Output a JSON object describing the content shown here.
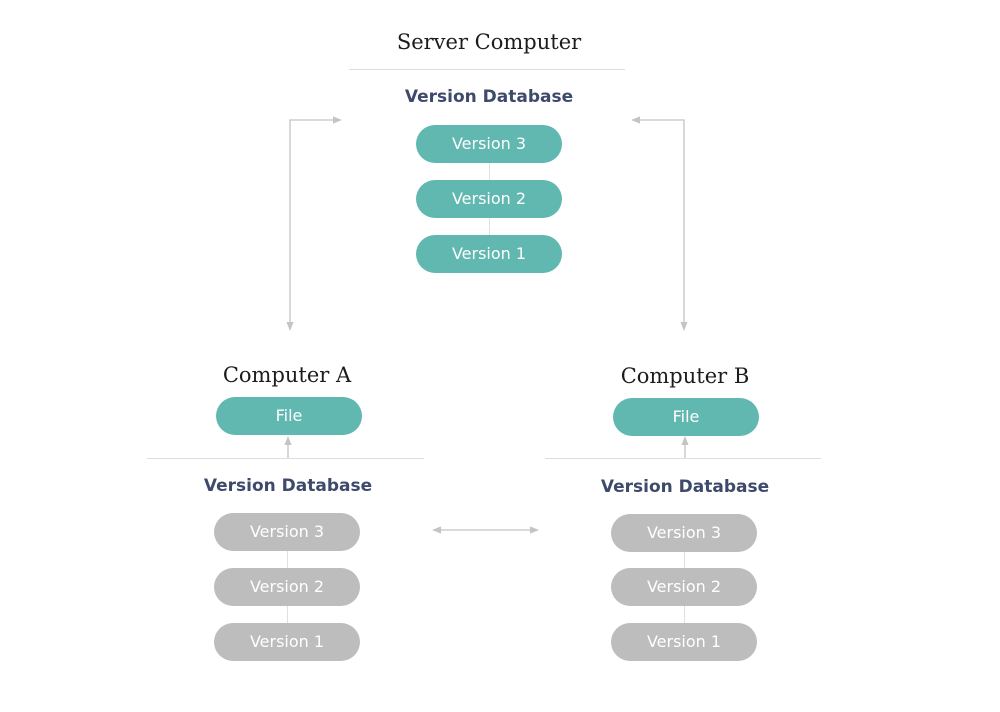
{
  "server": {
    "title": "Server Computer",
    "db_label": "Version Database",
    "versions": [
      "Version 3",
      "Version 2",
      "Version 1"
    ]
  },
  "computer_a": {
    "title": "Computer A",
    "file_label": "File",
    "db_label": "Version Database",
    "versions": [
      "Version 3",
      "Version 2",
      "Version 1"
    ]
  },
  "computer_b": {
    "title": "Computer B",
    "file_label": "File",
    "db_label": "Version Database",
    "versions": [
      "Version 3",
      "Version 2",
      "Version 1"
    ]
  },
  "colors": {
    "teal": "#61b8b1",
    "gray": "#bdbdbd",
    "label": "#3d4a6b",
    "arrow": "#c4c4c4"
  }
}
